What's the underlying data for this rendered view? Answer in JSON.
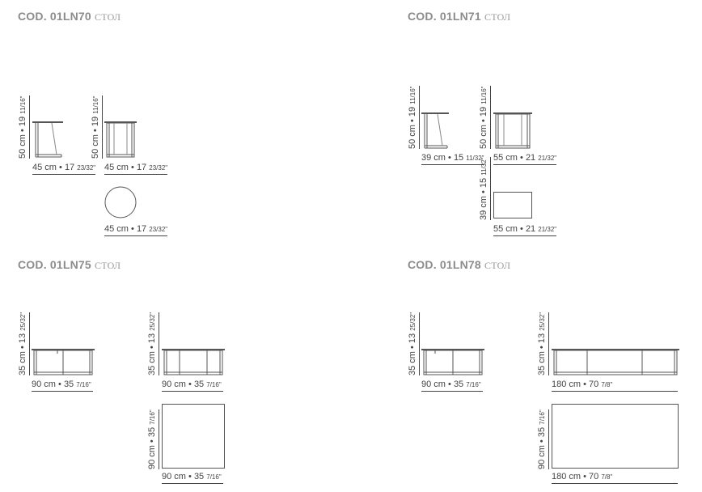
{
  "sections": [
    {
      "code": "COD. 01LN70",
      "word": "СТОЛ",
      "dims": {
        "side_h": [
          "50 cm",
          "19",
          "11/16\""
        ],
        "side_w": [
          "45 cm",
          "17",
          "23/32\""
        ],
        "front_h": [
          "50 cm",
          "19",
          "11/16\""
        ],
        "front_w": [
          "45 cm",
          "17",
          "23/32\""
        ],
        "top_w": [
          "45 cm",
          "17",
          "23/32\""
        ]
      }
    },
    {
      "code": "COD. 01LN71",
      "word": "СТОЛ",
      "dims": {
        "side_h": [
          "50 cm",
          "19",
          "11/16\""
        ],
        "side_w": [
          "39 cm",
          "15",
          "11/32\""
        ],
        "front_h": [
          "50 cm",
          "19",
          "11/16\""
        ],
        "front_w": [
          "55 cm",
          "21",
          "21/32\""
        ],
        "top_h": [
          "39 cm",
          "15",
          "11/32\""
        ],
        "top_w": [
          "55 cm",
          "21",
          "21/32\""
        ]
      }
    },
    {
      "code": "COD. 01LN75",
      "word": "СТОЛ",
      "dims": {
        "side_h": [
          "35 cm",
          "13",
          "25/32\""
        ],
        "side_w": [
          "90 cm",
          "35",
          "7/16\""
        ],
        "front_h": [
          "35 cm",
          "13",
          "25/32\""
        ],
        "front_w": [
          "90 cm",
          "35",
          "7/16\""
        ],
        "top_h": [
          "90 cm",
          "35",
          "7/16\""
        ],
        "top_w": [
          "90 cm",
          "35",
          "7/16\""
        ]
      }
    },
    {
      "code": "COD. 01LN78",
      "word": "СТОЛ",
      "dims": {
        "side_h": [
          "35 cm",
          "13",
          "25/32\""
        ],
        "side_w": [
          "90 cm",
          "35",
          "7/16\""
        ],
        "front_h": [
          "35 cm",
          "13",
          "25/32\""
        ],
        "front_w": [
          "180 cm",
          "70",
          "7/8\""
        ],
        "top_h": [
          "90 cm",
          "35",
          "7/16\""
        ],
        "top_w": [
          "180 cm",
          "70",
          "7/8\""
        ]
      }
    }
  ]
}
